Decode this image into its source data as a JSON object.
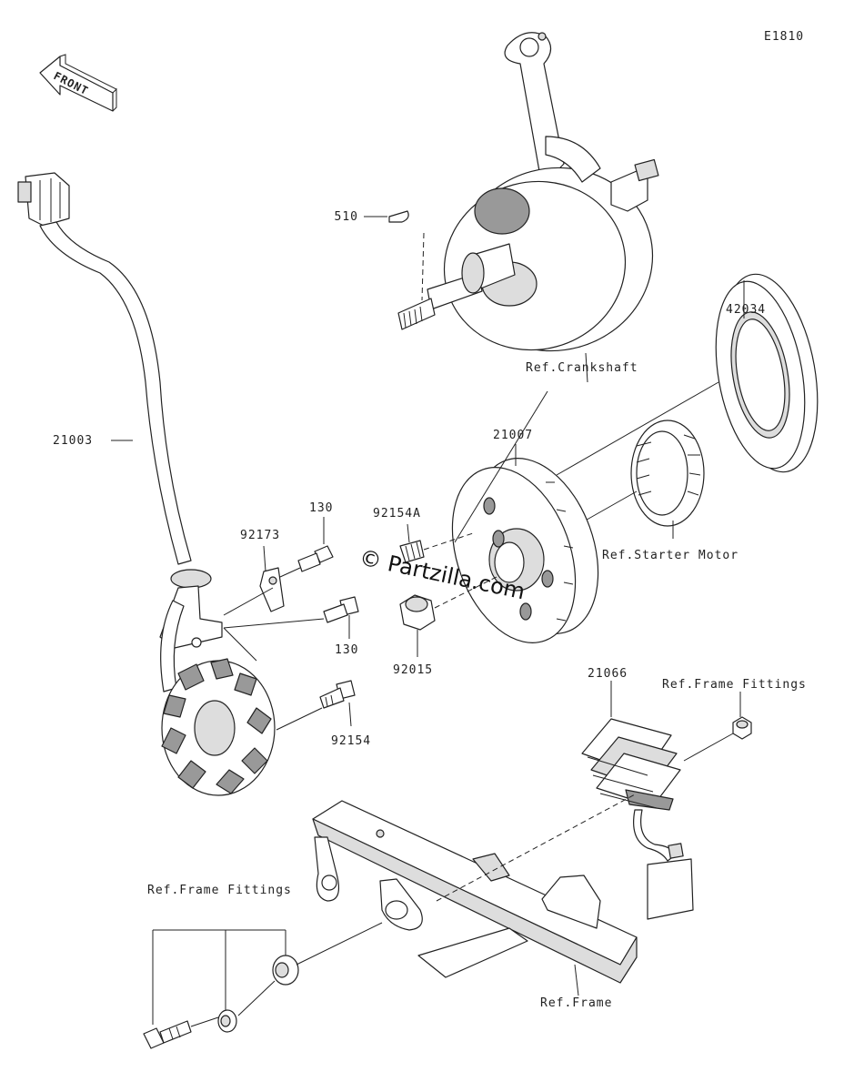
{
  "diagram_code": "E1810",
  "front_label": "FRONT",
  "watermark": "© Partzilla.com",
  "labels": {
    "p510": "510",
    "ref_crankshaft": "Ref.Crankshaft",
    "p42034": "42034",
    "p21007": "21007",
    "ref_starter_motor": "Ref.Starter Motor",
    "p21003": "21003",
    "p92173": "92173",
    "p130_top": "130",
    "p130_bottom": "130",
    "p92154A": "92154A",
    "p92015": "92015",
    "p92154": "92154",
    "p21066": "21066",
    "ref_frame_fittings_right": "Ref.Frame Fittings",
    "ref_frame_fittings_left": "Ref.Frame Fittings",
    "ref_frame": "Ref.Frame"
  }
}
